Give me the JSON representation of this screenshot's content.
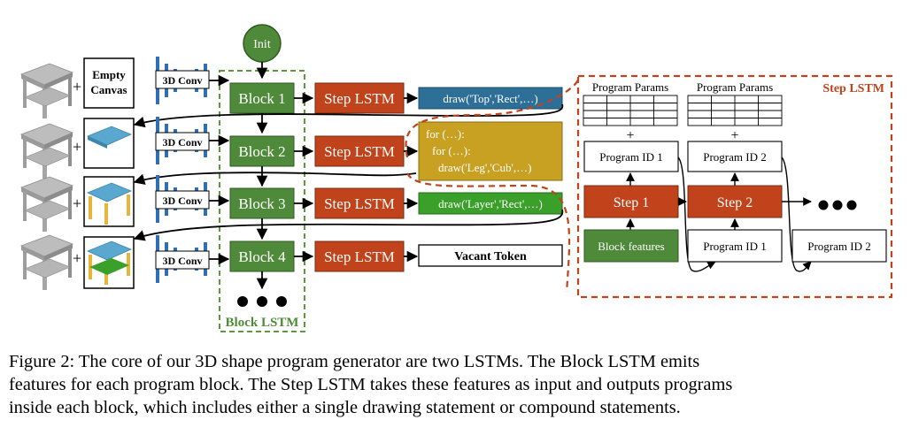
{
  "colors": {
    "block_green": "#4f8a3a",
    "lstm_red": "#c0431b",
    "conv_blue": "#2f6fb5",
    "draw_blue": "#2e6f98",
    "code_gold": "#c8a022",
    "draw_green": "#3aa02a",
    "dash_green": "#5b9a3c",
    "dash_red": "#c0431b",
    "canvas_top": "#5aa8cf",
    "leg_yellow": "#e8b53a"
  },
  "diagram": {
    "init": "Init",
    "empty_canvas_line1": "Empty",
    "empty_canvas_line2": "Canvas",
    "conv_label": "3D Conv",
    "blocks": [
      "Block 1",
      "Block 2",
      "Block 3",
      "Block 4"
    ],
    "step_lstm": "Step LSTM",
    "block_lstm_label": "Block LSTM",
    "outputs": {
      "row1": "draw('Top','Rect',…)",
      "row2_lines": [
        "for (…):",
        "for (…):",
        "draw('Leg','Cub',…)"
      ],
      "row3": "draw('Layer','Rect',…)",
      "row4": "Vacant Token"
    },
    "detail": {
      "title": "Step LSTM",
      "program_params": "Program Params",
      "plus": "+",
      "program_id_1": "Program ID 1",
      "program_id_2": "Program ID 2",
      "step_1": "Step 1",
      "step_2": "Step 2",
      "block_features": "Block features"
    }
  },
  "caption": {
    "line1": "Figure 2: The core of our 3D shape program generator are two LSTMs.  The Block LSTM emits",
    "line2": "features for each program block. The Step LSTM takes these features as input and outputs programs",
    "line3": "inside each block, which includes either a single drawing statement or compound statements."
  }
}
